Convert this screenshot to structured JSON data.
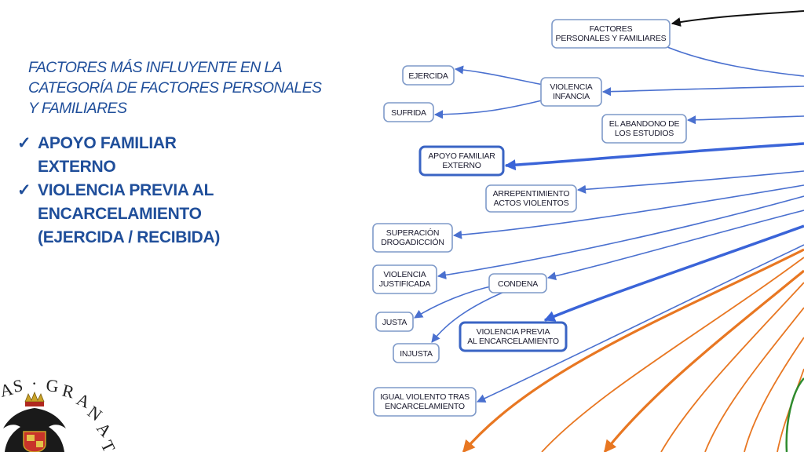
{
  "heading": {
    "line1": "FACTORES MÁS INFLUYENTE EN LA",
    "line2": "CATEGORÍA DE FACTORES PERSONALES",
    "line3": "Y FAMILIARES"
  },
  "bullets": [
    {
      "lines": [
        "APOYO FAMILIAR",
        "EXTERNO"
      ]
    },
    {
      "lines": [
        "VIOLENCIA PREVIA AL",
        "ENCARCELAMIENTO",
        "(EJERCIDA / RECIBIDA)"
      ]
    }
  ],
  "check_glyph": "✓",
  "logo": {
    "letters": [
      "A",
      "S",
      "·",
      "G",
      "R",
      "A",
      "N",
      "A",
      "T"
    ]
  },
  "diagram": {
    "nodes": {
      "factores": [
        "FACTORES",
        "PERSONALES Y FAMILIARES"
      ],
      "ejercida": [
        "EJERCIDA"
      ],
      "violencia_infancia": [
        "VIOLENCIA",
        "INFANCIA"
      ],
      "sufrida": [
        "SUFRIDA"
      ],
      "abandono": [
        "EL ABANDONO DE",
        "LOS ESTUDIOS"
      ],
      "apoyo": [
        "APOYO FAMILIAR",
        "EXTERNO"
      ],
      "arrepentimiento": [
        "ARREPENTIMIENTO",
        "ACTOS VIOLENTOS"
      ],
      "superacion": [
        "SUPERACIÓN",
        "DROGADICCIÓN"
      ],
      "violencia_justificada": [
        "VIOLENCIA",
        "JUSTIFICADA"
      ],
      "condena": [
        "CONDENA"
      ],
      "justa": [
        "JUSTA"
      ],
      "injusta": [
        "INJUSTA"
      ],
      "violencia_previa": [
        "VIOLENCIA PREVIA",
        "AL ENCARCELAMIENTO"
      ],
      "igual_violento": [
        "IGUAL VIOLENTO TRAS",
        "ENCARCELAMIENTO"
      ]
    }
  },
  "colors": {
    "heading": "#1f4e9a",
    "edge_blue": "#4a70cf",
    "edge_orange": "#e87722",
    "edge_green": "#2e8b2e",
    "node_border": "#7f9ac9"
  }
}
